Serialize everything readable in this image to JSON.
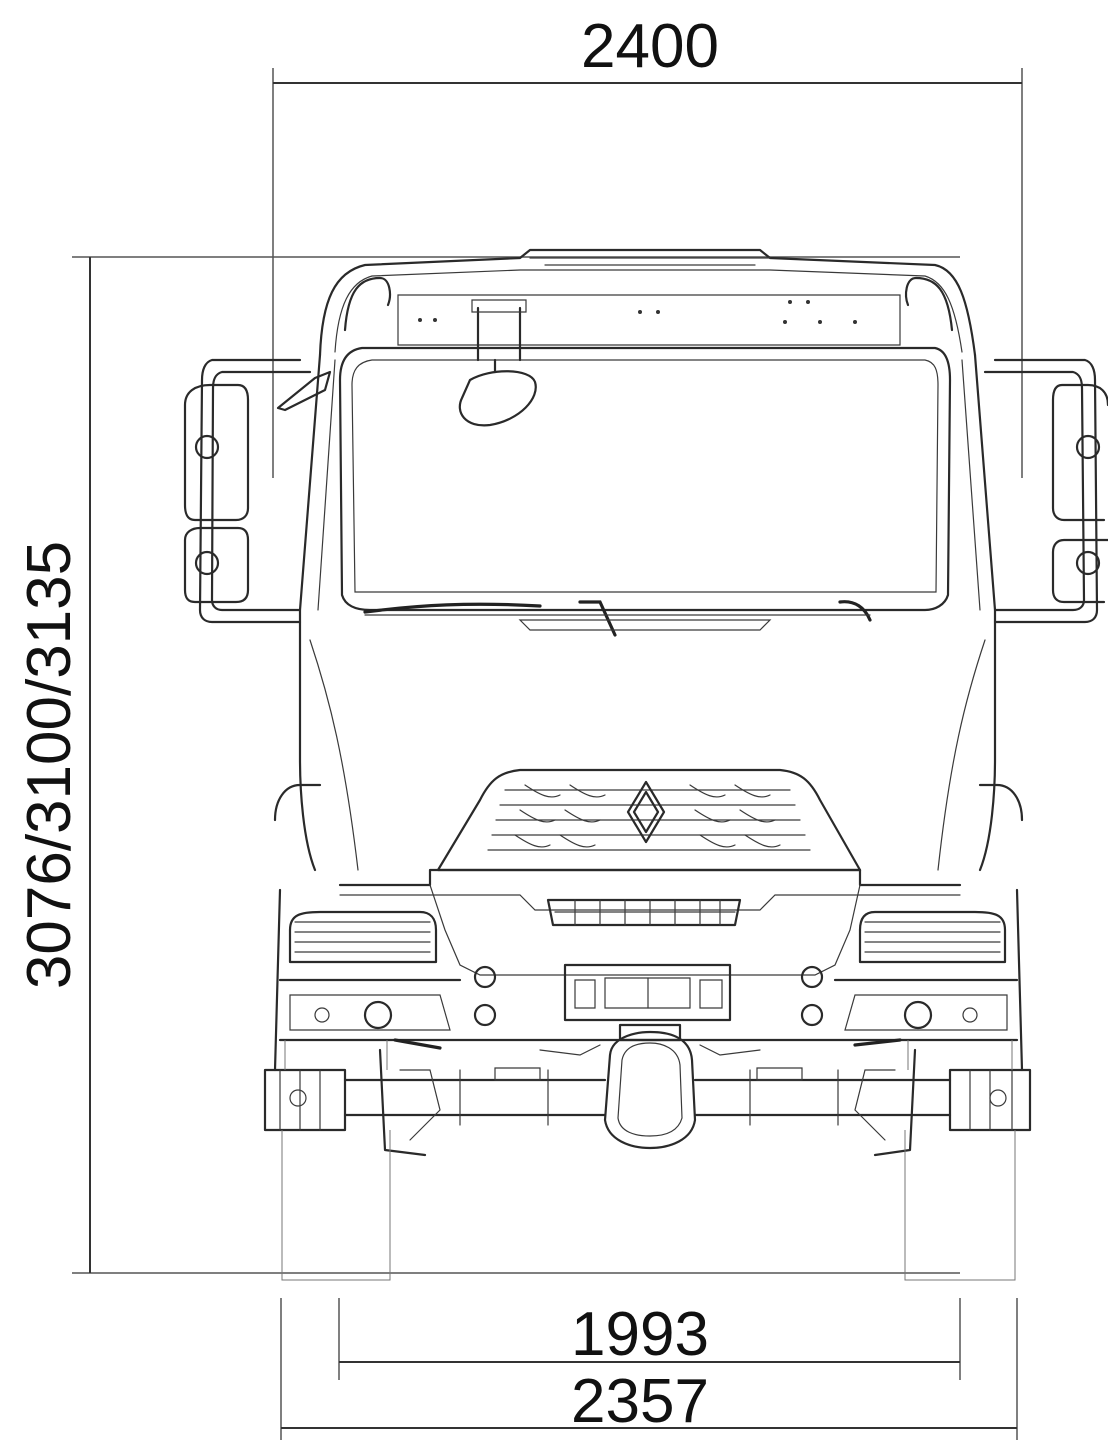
{
  "dimensions": {
    "overall_width": "2400",
    "overall_height": "3076/3100/3135",
    "track_front": "1993",
    "track_outer": "2357"
  },
  "colors": {
    "line": "#2a2a2a",
    "background": "#ffffff"
  },
  "icons": {
    "emblem": "renault-diamond-icon"
  }
}
